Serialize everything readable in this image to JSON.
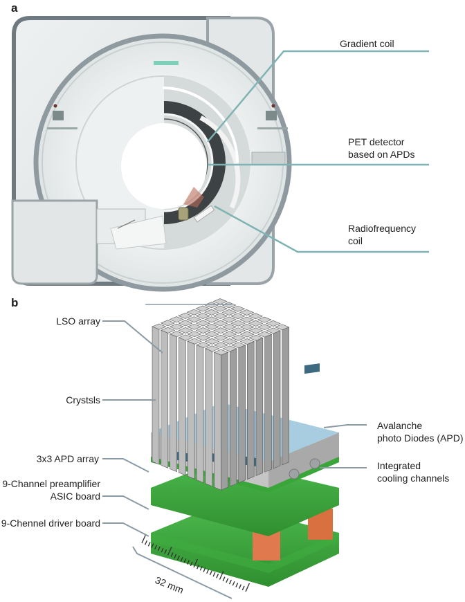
{
  "figure": {
    "panel_a": {
      "letter": "a",
      "labels": {
        "gradient_coil": "Gradient coil",
        "pet_detector_line1": "PET detector",
        "pet_detector_line2": "based on APDs",
        "rf_coil_line1": "Radiofrequency",
        "rf_coil_line2": "coil"
      }
    },
    "panel_b": {
      "letter": "b",
      "labels": {
        "lso_array": "LSO array",
        "crystals": "Crystsls",
        "apd_array": "3x3 APD array",
        "preamp_line1": "9-Channel preamplifier",
        "preamp_line2": "ASIC board",
        "driver_board": "9-Chennel driver board",
        "apd_line1": "Avalanche",
        "apd_line2": "photo Diodes (APD)",
        "cooling_line1": "Integrated",
        "cooling_line2": "cooling channels"
      },
      "scale_label": "32 mm",
      "crystal_grid": "8x8"
    },
    "colors": {
      "leader_a": "#7fb3b3",
      "leader_b": "#8a9aa3",
      "pcb_green": "#3aa63a",
      "spacer_orange": "#e07a4e",
      "crystal_gray": "#b8b8b8",
      "apd_blue": "#a9cde0"
    }
  }
}
